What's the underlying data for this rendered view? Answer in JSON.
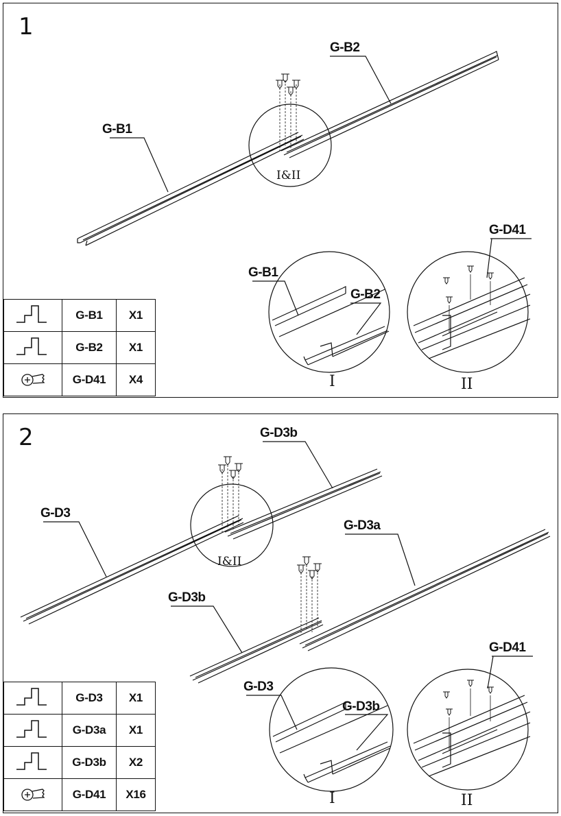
{
  "steps": [
    {
      "number": "1",
      "callouts": {
        "a": "G-B2",
        "b": "G-B1",
        "detail_i_a": "G-B1",
        "detail_i_b": "G-B2",
        "detail_ii": "G-D41"
      },
      "detail_marker": "I&II",
      "detail_i_label": "I",
      "detail_ii_label": "II",
      "parts": [
        {
          "icon": "rail-profile-icon",
          "name": "G-B1",
          "qty": "X1"
        },
        {
          "icon": "rail-profile-icon",
          "name": "G-B2",
          "qty": "X1"
        },
        {
          "icon": "screw-icon",
          "name": "G-D41",
          "qty": "X4"
        }
      ]
    },
    {
      "number": "2",
      "callouts": {
        "a": "G-D3b",
        "b": "G-D3",
        "c": "G-D3a",
        "d": "G-D3b",
        "detail_i_a": "G-D3",
        "detail_i_b": "G-D3b",
        "detail_ii": "G-D41"
      },
      "detail_marker": "I&II",
      "detail_i_label": "I",
      "detail_ii_label": "II",
      "parts": [
        {
          "icon": "rail-profile-icon",
          "name": "G-D3",
          "qty": "X1"
        },
        {
          "icon": "rail-profile-icon",
          "name": "G-D3a",
          "qty": "X1"
        },
        {
          "icon": "rail-profile-icon",
          "name": "G-D3b",
          "qty": "X2"
        },
        {
          "icon": "screw-icon",
          "name": "G-D41",
          "qty": "X16"
        }
      ]
    }
  ]
}
